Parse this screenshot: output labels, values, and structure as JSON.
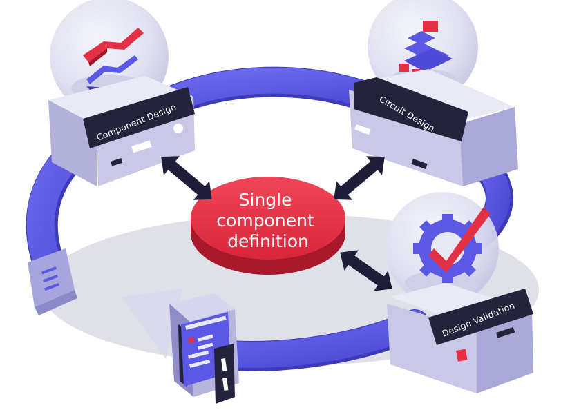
{
  "nodes": {
    "component_design": {
      "label": "Component Design"
    },
    "circuit_design": {
      "label": "Circuit Design"
    },
    "design_validation": {
      "label": "Design Validation"
    }
  },
  "center": {
    "label_lines": [
      "Single",
      "component",
      "definition"
    ]
  },
  "colors": {
    "ring": "#5b58e6",
    "ring_dark": "#3e3bb8",
    "box_top": "#e9e9f6",
    "box_side": "#b9b9dc",
    "box_front": "#9898c9",
    "label_panel": "#23233c",
    "arrow": "#1e1e38",
    "disc": "#e32b3f",
    "disc_dark": "#a8182b",
    "accent_red": "#e23144"
  }
}
